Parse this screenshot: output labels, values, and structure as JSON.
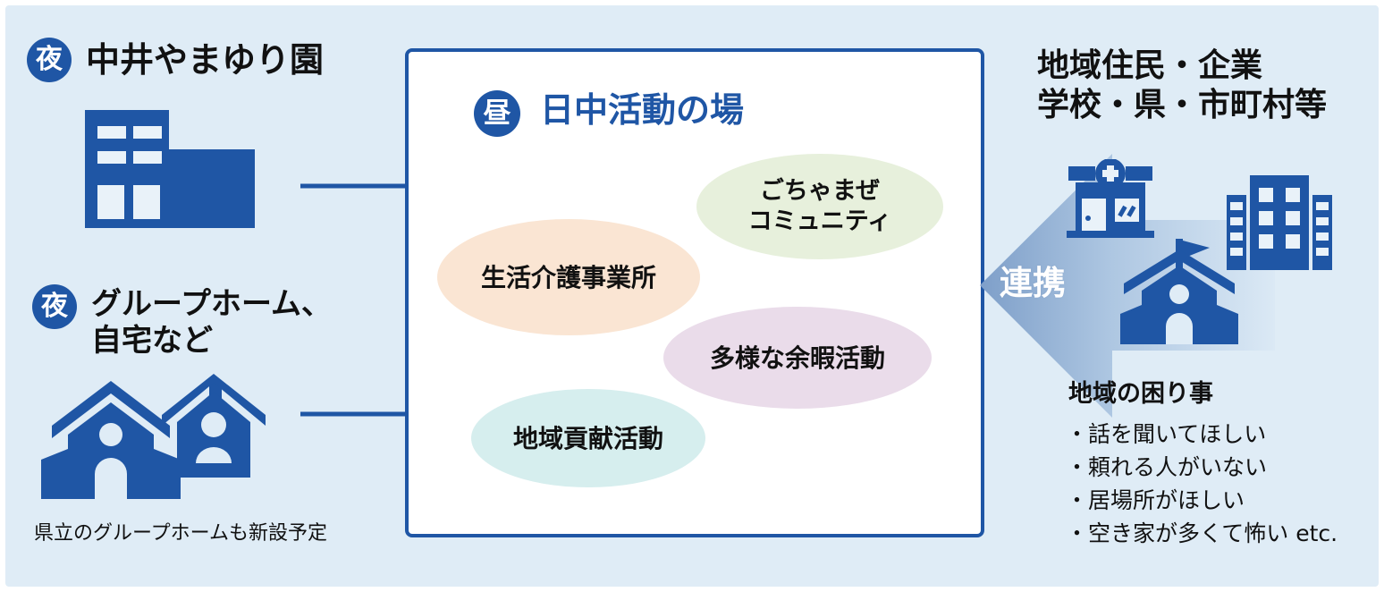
{
  "colors": {
    "background": "#dfecf6",
    "brand_blue": "#1f56a5",
    "panel_border": "#1f56a5",
    "icon_blue": "#1f56a5",
    "ellipse_peach": "#fae5d3",
    "ellipse_green": "#e7f0dc",
    "ellipse_purple": "#eadcea",
    "ellipse_cyan": "#d6eeee",
    "arrow_gradient_from": "#7e9fc9",
    "arrow_gradient_to": "#dbe9f5",
    "text_dark": "#111111"
  },
  "left_column": {
    "blocks": [
      {
        "badge": "夜",
        "badge_name": "night-badge",
        "title": "中井やまゆり園",
        "icon": "institution-building-icon"
      },
      {
        "badge": "夜",
        "badge_name": "night-badge",
        "title": "グループホーム、\n自宅など",
        "icon": "houses-icon",
        "caption": "県立のグループホームも新設予定"
      }
    ]
  },
  "center_panel": {
    "badge": "昼",
    "badge_name": "day-badge",
    "title": "日中活動の場",
    "ellipses": [
      {
        "label": "生活介護事業所",
        "color": "#fae5d3",
        "name": "ellipse-life-care-office"
      },
      {
        "label": "ごちゃまぜ\nコミュニティ",
        "color": "#e7f0dc",
        "name": "ellipse-mixed-community"
      },
      {
        "label": "多様な余暇活動",
        "color": "#eadcea",
        "name": "ellipse-leisure-activities"
      },
      {
        "label": "地域貢献活動",
        "color": "#d6eeee",
        "name": "ellipse-community-contribution"
      }
    ]
  },
  "connectors": {
    "arrow_top_name": "connector-arrow-institution-to-panel",
    "arrow_bottom_name": "connector-arrow-home-to-panel"
  },
  "right_column": {
    "title": "地域住民・企業\n学校・県・市町村等",
    "big_arrow_label": "連携",
    "icons": [
      {
        "name": "clinic-icon"
      },
      {
        "name": "office-building-icon"
      },
      {
        "name": "school-icon"
      }
    ],
    "troubles": {
      "title": "地域の困り事",
      "items": [
        "・話を聞いてほしい",
        "・頼れる人がいない",
        "・居場所がほしい",
        "・空き家が多くて怖い  etc."
      ]
    }
  }
}
